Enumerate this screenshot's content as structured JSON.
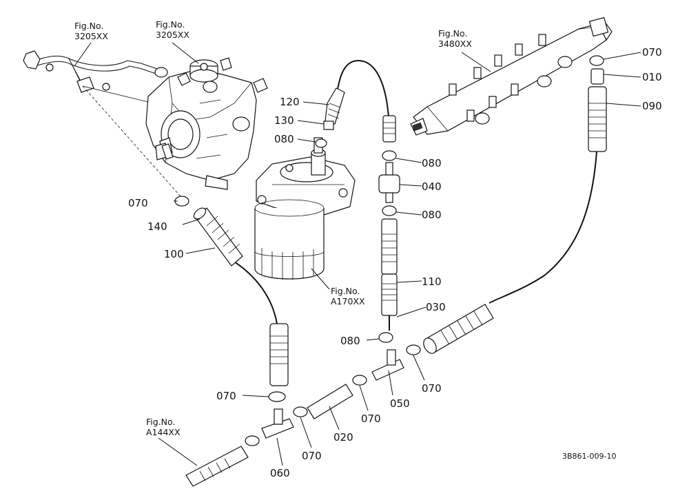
{
  "diagram": {
    "drawing_code": "3B861-009-10",
    "references": {
      "pump_left": {
        "line1": "Fig.No.",
        "line2": "3205XX"
      },
      "pump_right": {
        "line1": "Fig.No.",
        "line2": "3205XX"
      },
      "common_rail": {
        "line1": "Fig.No.",
        "line2": "3480XX"
      },
      "filter": {
        "line1": "Fig.No.",
        "line2": "A170XX"
      },
      "lower_pipe": {
        "line1": "Fig.No.",
        "line2": "A144XX"
      }
    },
    "callouts": {
      "c010": "010",
      "c020": "020",
      "c030": "030",
      "c040": "040",
      "c050": "050",
      "c060": "060",
      "c070": "070",
      "c080": "080",
      "c090": "090",
      "c100": "100",
      "c110": "110",
      "c120": "120",
      "c130": "130",
      "c140": "140"
    }
  }
}
